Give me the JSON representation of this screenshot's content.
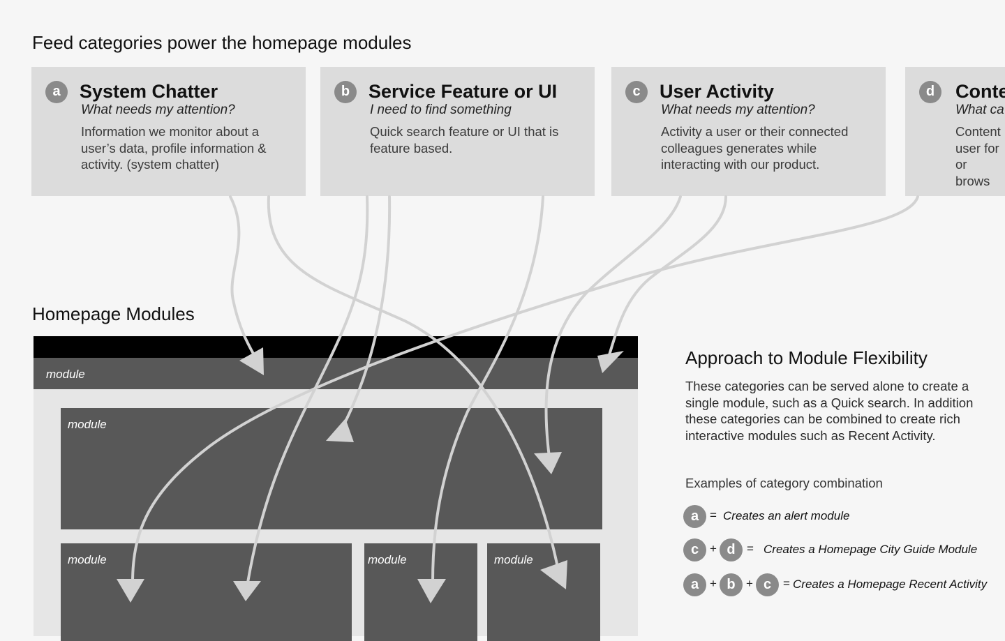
{
  "heading": "Feed categories power the homepage modules",
  "categories": [
    {
      "letter": "a",
      "title": "System Chatter",
      "question": "What needs my attention?",
      "description": "Information we monitor about a user’s data, profile information & activity. (system chatter)"
    },
    {
      "letter": "b",
      "title": "Service Feature or UI",
      "question": "I need to find something",
      "description": "Quick search feature or UI that is feature based."
    },
    {
      "letter": "c",
      "title": "User Activity",
      "question": "What needs my attention?",
      "description": "Activity a user or their connected colleagues generates while interacting with our product."
    },
    {
      "letter": "d",
      "title": "Conte",
      "question": "What ca",
      "description": "Content user for or brows"
    }
  ],
  "modules_heading": "Homepage Modules",
  "module_label": "module",
  "sidebar": {
    "title": "Approach to Module Flexibility",
    "body": "These categories can be served alone to create a single module, such as a Quick search. In addition these categories can be combined to create rich interactive modules such as Recent Activity.",
    "examples_title": "Examples of category combination",
    "combos": [
      {
        "letters": [
          "a"
        ],
        "text": "Creates an alert module"
      },
      {
        "letters": [
          "c",
          "d"
        ],
        "text": "Creates a Homepage City Guide Module"
      },
      {
        "letters": [
          "a",
          "b",
          "c"
        ],
        "text": "Creates a Homepage Recent Activity"
      }
    ],
    "plus": "+",
    "equals": "="
  },
  "colors": {
    "arrow": "#d2d2d2",
    "card": "#dcdcdc",
    "module": "#585858",
    "chip": "#8a8a8a"
  }
}
